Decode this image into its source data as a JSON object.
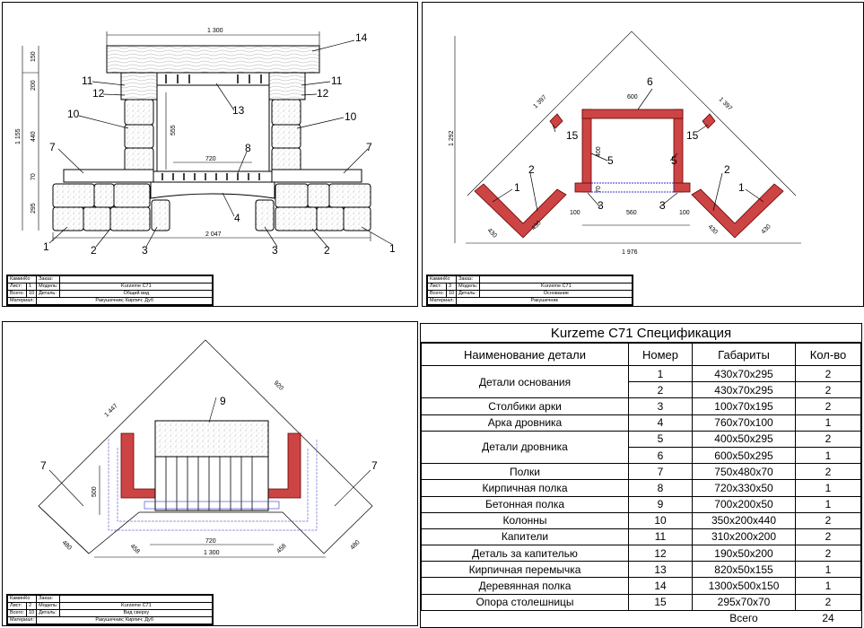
{
  "sheets": [
    {
      "id": "front",
      "dims": {
        "top_width": "1 300",
        "inner_width": "720",
        "base_width": "2 047",
        "h_150": "150",
        "h_200": "200",
        "h_440": "440",
        "h_70": "70",
        "h_295": "295",
        "h_1155": "1 155",
        "h_555": "555"
      },
      "labels": [
        "14",
        "11",
        "12",
        "13",
        "11",
        "12",
        "10",
        "10",
        "7",
        "8",
        "7",
        "4",
        "1",
        "2",
        "3",
        "3",
        "2",
        "1"
      ],
      "titleblock": {
        "company": "КаминКо",
        "order_label": "Заказ:",
        "sheet_label": "Лист:",
        "sheet_no": "1",
        "model_label": "Модель:",
        "model": "Kurzeme C71",
        "total_label": "Всего:",
        "total_no": "10",
        "detail_label": "Деталь:",
        "detail": "Общий вид",
        "material_label": "Материал:",
        "material": "Ракушечник; Кирпич; Дуб"
      }
    },
    {
      "id": "base",
      "dims": {
        "d600": "600",
        "d1397a": "1 397",
        "d1397b": "1 397",
        "d1292": "1 292",
        "d400": "400",
        "d70": "70",
        "d100a": "100",
        "d560": "560",
        "d100b": "100",
        "d430a": "430",
        "d430b": "430",
        "d430c": "430",
        "d430d": "430",
        "d1976": "1 976"
      },
      "labels": [
        "6",
        "15",
        "15",
        "5",
        "5",
        "2",
        "2",
        "1",
        "1",
        "3",
        "3"
      ],
      "titleblock": {
        "company": "КаминКо",
        "order_label": "Заказ:",
        "sheet_label": "Лист:",
        "sheet_no": "3",
        "model_label": "Модель:",
        "model": "Kurzeme C71",
        "total_label": "Всего:",
        "total_no": "10",
        "detail_label": "Деталь:",
        "detail": "Основание",
        "material_label": "Материал:",
        "material": "Ракушечник"
      }
    },
    {
      "id": "top",
      "dims": {
        "d1447": "1 447",
        "d920": "920",
        "d500": "500",
        "d480a": "480",
        "d458a": "458",
        "d720": "720",
        "d458b": "458",
        "d480b": "480",
        "d1300": "1 300"
      },
      "labels": [
        "9",
        "7",
        "7"
      ],
      "titleblock": {
        "company": "КаминКо",
        "order_label": "Заказ:",
        "sheet_label": "Лист:",
        "sheet_no": "2",
        "model_label": "Модель:",
        "model": "Kurzeme C71",
        "total_label": "Всего:",
        "total_no": "10",
        "detail_label": "Деталь:",
        "detail": "Вид сверху",
        "material_label": "Материал:",
        "material": "Ракушечник; Кирпич; Дуб"
      }
    }
  ],
  "spec": {
    "title": "Kurzeme C71 Спецификация",
    "headers": [
      "Наименование детали",
      "Номер",
      "Габариты",
      "Кол-во"
    ],
    "groups": [
      {
        "name": "Детали основания",
        "rows": [
          [
            "1",
            "430x70x295",
            "2"
          ],
          [
            "2",
            "430x70x295",
            "2"
          ]
        ]
      },
      {
        "name": "Столбики арки",
        "rows": [
          [
            "3",
            "100x70x195",
            "2"
          ]
        ]
      },
      {
        "name": "Арка дровника",
        "rows": [
          [
            "4",
            "760x70x100",
            "1"
          ]
        ]
      },
      {
        "name": "Детали дровника",
        "rows": [
          [
            "5",
            "400x50x295",
            "2"
          ],
          [
            "6",
            "600x50x295",
            "1"
          ]
        ]
      },
      {
        "name": "Полки",
        "rows": [
          [
            "7",
            "750x480x70",
            "2"
          ]
        ]
      },
      {
        "name": "Кирпичная полка",
        "rows": [
          [
            "8",
            "720x330x50",
            "1"
          ]
        ]
      },
      {
        "name": "Бетонная полка",
        "rows": [
          [
            "9",
            "700x200x50",
            "1"
          ]
        ]
      },
      {
        "name": "Колонны",
        "rows": [
          [
            "10",
            "350x200x440",
            "2"
          ]
        ]
      },
      {
        "name": "Капители",
        "rows": [
          [
            "11",
            "310x200x200",
            "2"
          ]
        ]
      },
      {
        "name": "Деталь за капителью",
        "rows": [
          [
            "12",
            "190x50x200",
            "2"
          ]
        ]
      },
      {
        "name": "Кирпичная перемычка",
        "rows": [
          [
            "13",
            "820x50x155",
            "1"
          ]
        ]
      },
      {
        "name": "Деревянная полка",
        "rows": [
          [
            "14",
            "1300x500x150",
            "1"
          ]
        ]
      },
      {
        "name": "Опора столешницы",
        "rows": [
          [
            "15",
            "295x70x70",
            "2"
          ]
        ]
      }
    ],
    "total_label": "Всего",
    "total_value": "24"
  },
  "colors": {
    "brick": "#b03a3a",
    "line": "#000000",
    "aux": "#3030c0"
  }
}
